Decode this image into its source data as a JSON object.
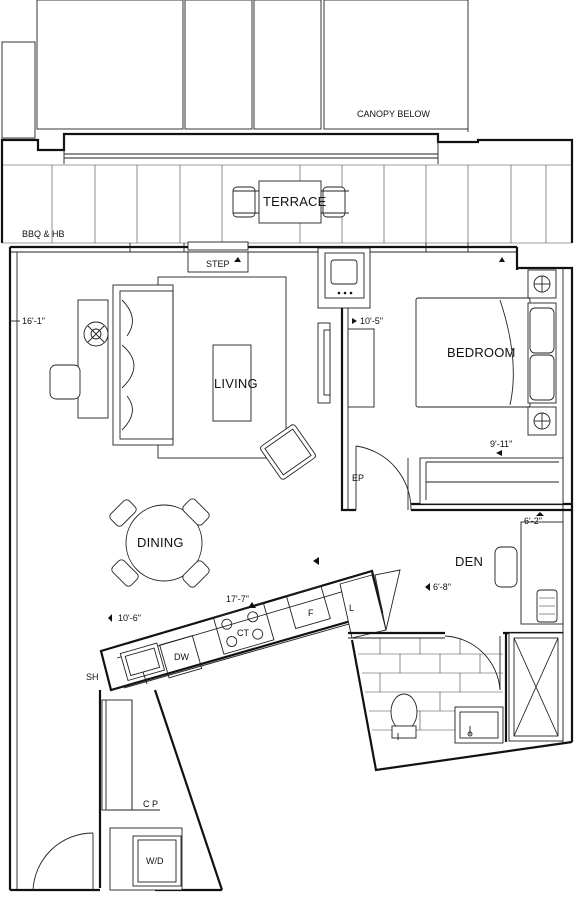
{
  "rooms": {
    "terrace": "TERRACE",
    "living": "LIVING",
    "bedroom": "BEDROOM",
    "dining": "DINING",
    "den": "DEN"
  },
  "labels": {
    "canopy": "CANOPY BELOW",
    "bbq": "BBQ & HB",
    "step": "STEP",
    "ep": "EP",
    "dw": "DW",
    "ct": "CT",
    "f": "F",
    "l": "L",
    "sh": "SH",
    "cp": "C P",
    "wd": "W/D"
  },
  "dimensions": {
    "living": "16'-1\"",
    "bedroom_width": "10'-5\"",
    "bedroom_closet": "9'-11\"",
    "den_width": "6'-2\"",
    "den_depth": "6'-8\"",
    "kitchen": "17'-7\"",
    "dining": "10'-6\""
  }
}
